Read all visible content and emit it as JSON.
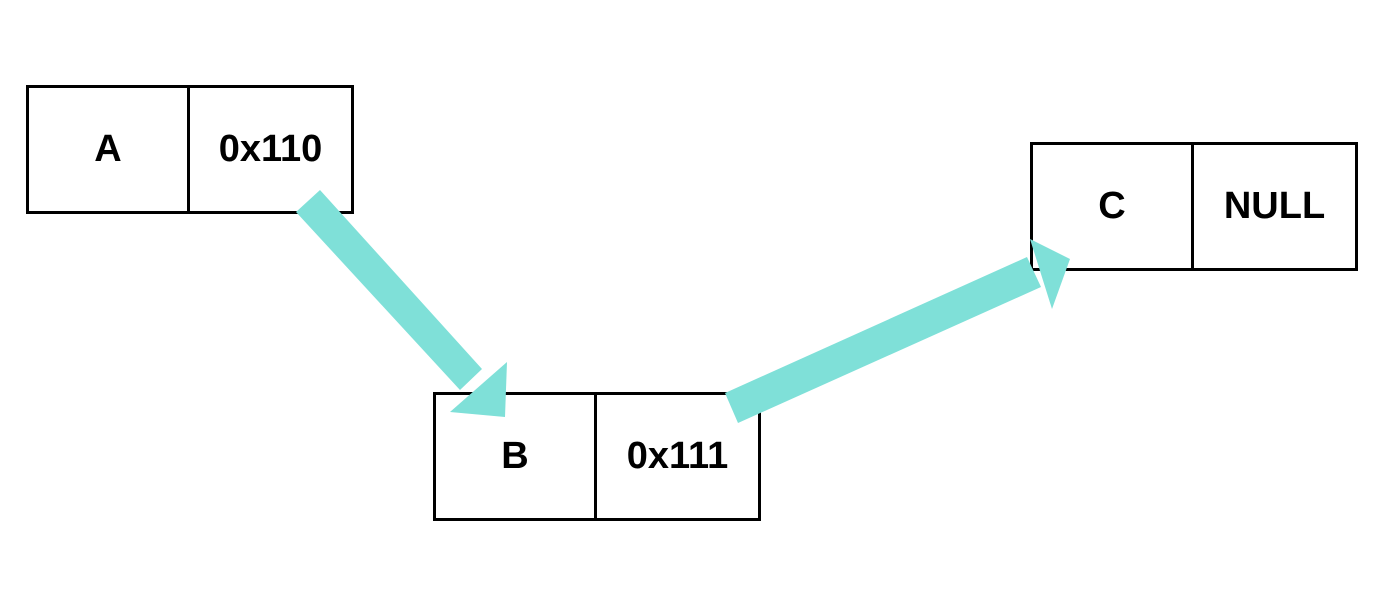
{
  "nodes": [
    {
      "value": "A",
      "pointer": "0x110"
    },
    {
      "value": "B",
      "pointer": "0x111"
    },
    {
      "value": "C",
      "pointer": "NULL"
    }
  ],
  "colors": {
    "arrow": "#7fe0d8",
    "border": "#000000"
  }
}
